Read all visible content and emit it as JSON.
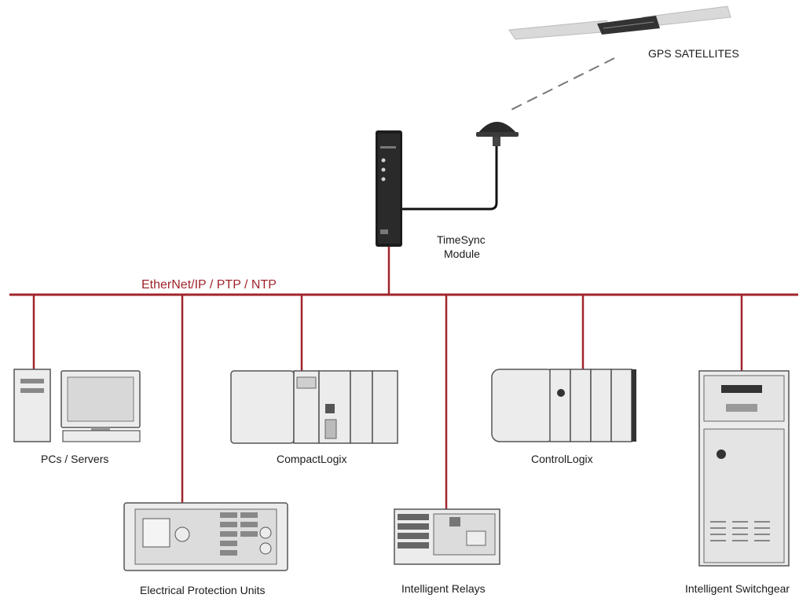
{
  "labels": {
    "gps": "GPS SATELLITES",
    "timesync_line1": "TimeSync",
    "timesync_line2": "Module",
    "network": "EtherNet/IP /  PTP / NTP",
    "pcs": "PCs / Servers",
    "compactlogix": "CompactLogix",
    "controllogix": "ControlLogix",
    "protection": "Electrical Protection Units",
    "relays": "Intelligent Relays",
    "switchgear": "Intelligent Switchgear"
  },
  "colors": {
    "network_line": "#a0252b",
    "device_fill": "#ececec",
    "device_stroke": "#555555",
    "module_body": "#1c1c1c"
  }
}
